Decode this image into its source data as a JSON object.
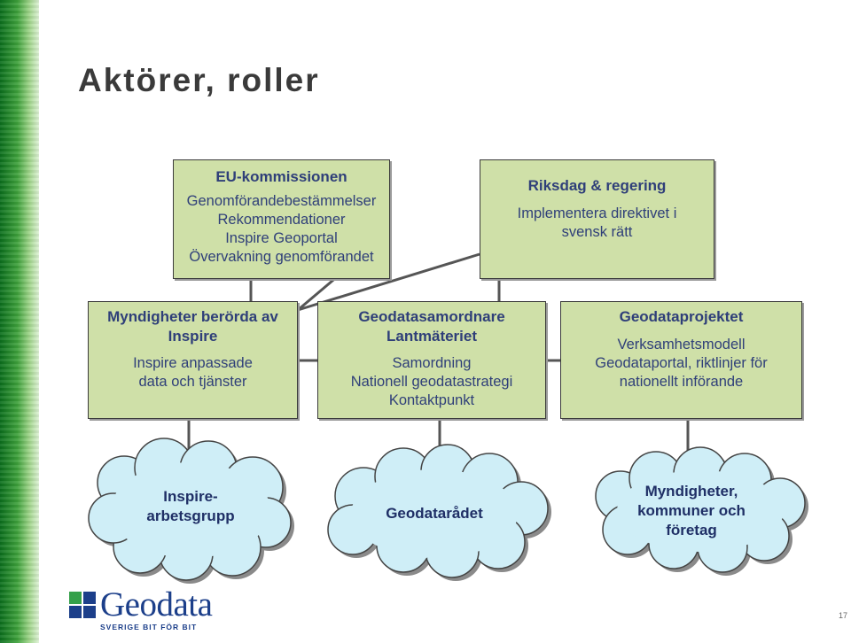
{
  "title": "Aktörer, roller",
  "boxes": {
    "eu": {
      "head": "EU-kommissionen",
      "lines": [
        "Genomförandebestämmelser",
        "Rekommendationer",
        "Inspire Geoportal",
        "Övervakning genomförandet"
      ]
    },
    "riksdag": {
      "head": "Riksdag & regering",
      "lines": [
        "Implementera direktivet i",
        "svensk rätt"
      ]
    },
    "myndigheter": {
      "head_lines": [
        "Myndigheter berörda av",
        "Inspire"
      ],
      "lines": [
        "Inspire anpassade",
        "data och tjänster"
      ]
    },
    "geodatasamordnare": {
      "head_lines": [
        "Geodatasamordnare",
        "Lantmäteriet"
      ],
      "lines": [
        "Samordning",
        "Nationell geodatastrategi",
        "Kontaktpunkt"
      ]
    },
    "geodataprojektet": {
      "head": "Geodataprojektet",
      "lines": [
        "Verksamhetsmodell",
        "Geodataportal, riktlinjer för",
        "nationellt införande"
      ]
    }
  },
  "clouds": {
    "inspire": [
      "Inspire-",
      "arbetsgrupp"
    ],
    "geodataradet": [
      "Geodatarådet"
    ],
    "myndigheter": [
      "Myndigheter,",
      "kommuner och",
      "företag"
    ]
  },
  "colors": {
    "box_fill": "#cfe0a8",
    "box_text": "#2f3f79",
    "cloud_fill": "#cfeef7",
    "connector": "#555555",
    "logo_blue": "#1c3f8a",
    "logo_green": "#35a04a"
  },
  "logo": {
    "name": "Geodata",
    "tagline": "SVERIGE BIT FÖR BIT"
  },
  "page_number": "17"
}
